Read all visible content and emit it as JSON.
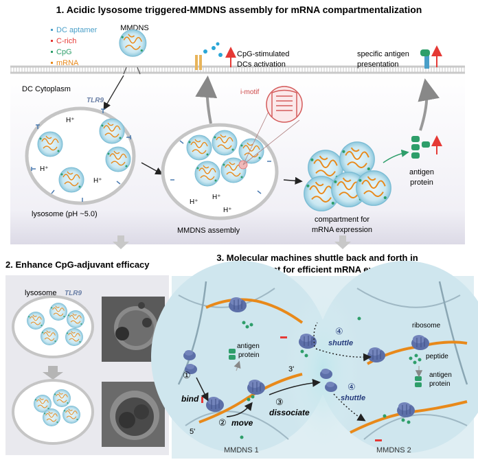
{
  "colors": {
    "aptamer": "#4a9fc8",
    "crich": "#e53935",
    "cpg": "#2e9e6a",
    "mrna": "#e8891a",
    "cell_bg": "#f3f2f7",
    "panel2_bg": "#e9e9ee",
    "panel3_bg": "#dfeef3",
    "arrow_gray": "#888888",
    "ribosome": "#5c6fa8"
  },
  "panel1": {
    "title": "1. Acidic lysosome triggered-MMDNS assembly for mRNA compartmentalization",
    "legend": [
      {
        "label": "DC aptamer",
        "color": "#4a9fc8"
      },
      {
        "label": "C-rich",
        "color": "#e53935"
      },
      {
        "label": "CpG",
        "color": "#2e9e6a"
      },
      {
        "label": "mRNA",
        "color": "#e8891a"
      }
    ],
    "mmdns_label": "MMDNS",
    "cytoplasm_label": "DC Cytoplasm",
    "tlr9_label": "TLR9",
    "proton": "H⁺",
    "lysosome_label": "lysosome (pH ~5.0)",
    "assembly_label": "MMDNS assembly",
    "imotif_label": "i-motif",
    "cpg_line1": "CpG-stimulated",
    "cpg_line2": "DCs activation",
    "antigen_line1": "specific antigen",
    "antigen_line2": "presentation",
    "compartment_line1": "compartment for",
    "compartment_line2": "mRNA expression",
    "protein_line1": "antigen",
    "protein_line2": "protein"
  },
  "panel2": {
    "title": "2. Enhance CpG-adjuvant efficacy",
    "lysosome_label": "lysosome",
    "tlr9_label": "TLR9"
  },
  "panel3": {
    "title_line1": "3. Molecular machines shuttle back and forth in",
    "title_line2": "compartment for efficient mRNA expression",
    "step1_num": "①",
    "step1": "bind",
    "step2_num": "②",
    "step2": "move",
    "step3_num": "③",
    "step3": "dissociate",
    "step4_num": "④",
    "step4": "shuttle",
    "antigen_line1": "antigen",
    "antigen_line2": "protein",
    "ribosome_label": "ribosome",
    "peptide_label": "peptide",
    "end3": "3'",
    "end5": "5'",
    "mmdns1": "MMDNS 1",
    "mmdns2": "MMDNS 2"
  }
}
